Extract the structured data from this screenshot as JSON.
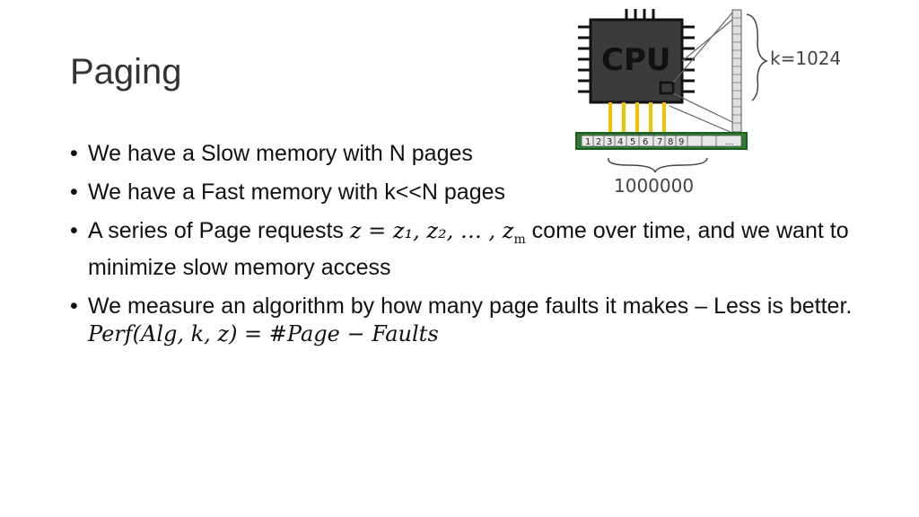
{
  "title": "Paging",
  "bullets": [
    "We have a Slow memory with N pages",
    "We have a Fast memory with k<<N pages",
    {
      "pre": "A series of Page requests ",
      "math": "z = z₁, z₂, … , z",
      "math_sub": "m",
      "post": " come over time, and we want to minimize slow memory access"
    },
    {
      "pre": "We measure an algorithm by how many page faults it makes – Less is better. ",
      "math": "Perf(Alg, k, z) = #Page − Faults"
    }
  ],
  "diagram": {
    "cpu_label": "CPU",
    "k_label": "k=1024",
    "slow_memory_label": "1000000",
    "slow_memory_cells": [
      "1",
      "2",
      "3",
      "4",
      "5",
      "6",
      "7",
      "8",
      "9"
    ],
    "slow_memory_ellipsis": "...",
    "colors": {
      "chip": "#3b3b3b",
      "slow_memory": "#2e7d32",
      "pins": "#f2c200"
    }
  }
}
